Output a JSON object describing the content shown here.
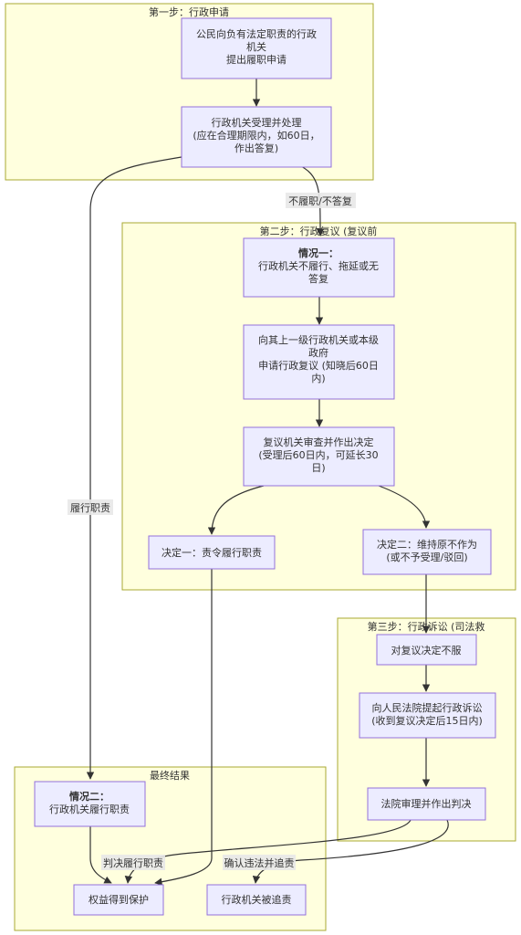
{
  "clusters": {
    "step1": "第一步：行政申请",
    "step2": "第二步：行政复议 (复议前",
    "step3": "第三步：行政诉讼 (司法救",
    "final": "最终结果"
  },
  "nodes": {
    "apply": [
      "公民向负有法定职责的行政",
      "机关",
      "提出履职申请"
    ],
    "handle": [
      "行政机关受理并处理",
      "(应在合理期限内，如60日，",
      "作出答复)"
    ],
    "case1": [
      "情况一：",
      "行政机关不履行、拖延或无",
      "答复"
    ],
    "review_apply": [
      "向其上一级行政机关或本级",
      "政府",
      "申请行政复议 (知晓后60日",
      "内)"
    ],
    "review_decide": [
      "复议机关审查并作出决定",
      "(受理后60日内，可延长30",
      "日)"
    ],
    "decision1": [
      "决定一：责令履行职责"
    ],
    "decision2": [
      "决定二：维持原不作为",
      "(或不予受理/驳回)"
    ],
    "dissatisfied": [
      "对复议决定不服"
    ],
    "lawsuit": [
      "向人民法院提起行政诉讼",
      "(收到复议决定后15日内)"
    ],
    "trial": [
      "法院审理并作出判决"
    ],
    "case2": [
      "情况二：",
      "行政机关履行职责"
    ],
    "protected": [
      "权益得到保护"
    ],
    "accountable": [
      "行政机关被追责"
    ]
  },
  "edge_labels": {
    "no_perform": "不履职/不答复",
    "perform": "履行职责",
    "judge_perform": "判决履行职责",
    "confirm_illegal": "确认违法并追责"
  }
}
